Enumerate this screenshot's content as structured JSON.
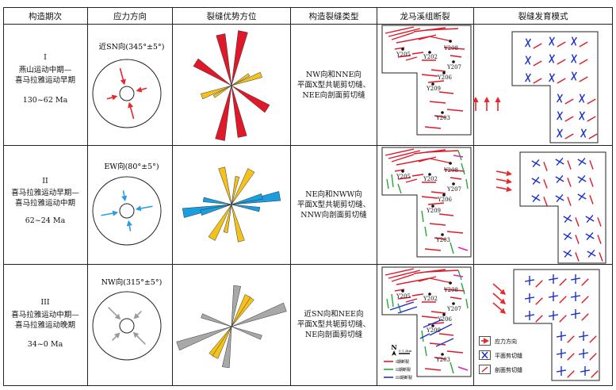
{
  "headers": [
    "构造期次",
    "应力方向",
    "裂缝优势方位",
    "构造裂缝类型",
    "龙马溪组断裂",
    "裂缝发育模式"
  ],
  "rows": [
    {
      "numeral": "I",
      "period_l1": "燕山运动中期—",
      "period_l2": "喜马拉雅运动早期",
      "age": "130~62 Ma",
      "stress": "近SN向(345°±5°)",
      "type_l1": "NW向和NNE向",
      "type_l2": "平面X型共轭剪切缝、",
      "type_l3": "NEE向剖面剪切缝"
    },
    {
      "numeral": "II",
      "period_l1": "喜马拉雅运动早期—",
      "period_l2": "喜马拉雅运动中期",
      "age": "62~24 Ma",
      "stress": "EW向(80°±5°)",
      "type_l1": "NE向和NWW向",
      "type_l2": "平面X型共轭剪切缝、",
      "type_l3": "NNW向剖面剪切缝"
    },
    {
      "numeral": "III",
      "period_l1": "喜马拉雅运动中期—",
      "period_l2": "喜马拉雅运动晚期",
      "age": "34~0 Ma",
      "stress": "NW向(315°±5°)",
      "type_l1": "近SN向和NEE向",
      "type_l2": "平面X型共轭剪切缝、",
      "type_l3": "NE向剖面剪切缝"
    }
  ],
  "wells": [
    "Y205",
    "Y208",
    "Y202",
    "Y207",
    "Y206",
    "Y209",
    "Y203"
  ],
  "map_legend": [
    "I期断裂",
    "II期断裂",
    "III期断裂"
  ],
  "scale_label": "0  1  2km",
  "north_label": "N",
  "model_legend": [
    "应力方向",
    "平面剪切缝",
    "剖面剪切缝"
  ],
  "colors": {
    "stage1": "#e0192a",
    "stage2": "#f5c21b",
    "stage2_blue": "#1a9ee0",
    "stage3_gray": "#a8a8a8",
    "stress_red": "#e8262e",
    "stress_blue": "#2a9be6",
    "stress_gray": "#9a9a9a",
    "fault1": "#e0192a",
    "fault2": "#2aa63a",
    "fault3": "#2233cc",
    "fault_magenta": "#e020c0",
    "cross_blue": "#1a2fd0"
  }
}
